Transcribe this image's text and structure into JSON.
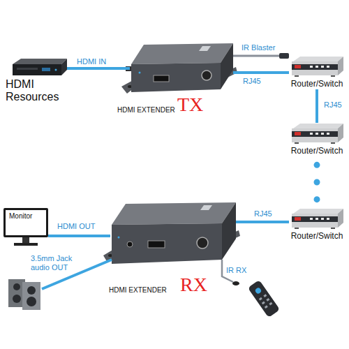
{
  "diagram": {
    "nodes": [
      {
        "text": [
          "HDMI Resources"
        ]
      },
      {
        "text": [
          "HDMI EXTENDER",
          "TX"
        ]
      },
      {
        "text": [
          "Router/Switch"
        ]
      },
      {
        "text": [
          "Router/Switch"
        ]
      },
      {
        "text": [
          "Router/Switch"
        ]
      },
      {
        "text": [
          "Monitor"
        ]
      },
      {
        "text": [
          "HDMI EXTENDER",
          "RX"
        ]
      }
    ],
    "edges": [
      {
        "from": 0,
        "to": 1,
        "label": "HDMI IN",
        "arrow": "none"
      },
      {
        "from": 1,
        "to": 2,
        "label": "RJ45",
        "arrow": "none"
      },
      {
        "from": 2,
        "to": 3,
        "label": "RJ45",
        "arrow": "none"
      },
      {
        "from": 3,
        "to": 4,
        "arrow": "none"
      },
      {
        "from": 4,
        "to": 6,
        "label": "RJ45",
        "arrow": "none"
      },
      {
        "from": 6,
        "to": 5,
        "label": "HDMI OUT",
        "arrow": "none"
      }
    ],
    "labels": [
      "IR Blaster",
      "3.5mm Jack audio OUT",
      "IR RX"
    ]
  }
}
